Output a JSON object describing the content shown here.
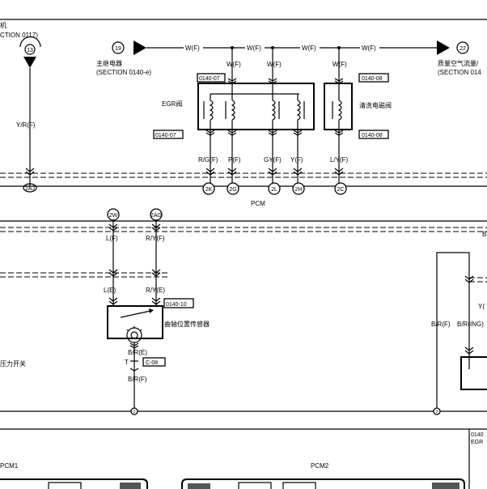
{
  "top": {
    "left_name": "机",
    "left_section": "CTION 0117)",
    "node13": "13",
    "node19": "19",
    "node22": "22",
    "main_relay": "主继电器",
    "main_relay_section": "(SECTION 0140-e)",
    "maf": "质量空气流量/",
    "maf_section": "(SECTION 014",
    "wf": "W(F)",
    "yrf": "Y/R(F)",
    "egr_valve": "EGR阀",
    "purge_valve": "清洗电磁阀",
    "ref_0140_07": "0140-07",
    "ref_0140_08": "0140-08",
    "wire_rg": "R/G(F)",
    "wire_p": "P(F)",
    "wire_gy": "GY(F)",
    "wire_y": "Y(F)",
    "wire_ly": "L/Y(F)",
    "pin_2aj": "2AJ",
    "pin_2k": "2K",
    "pin_2g": "2G",
    "pin_2l": "2L",
    "pin_2h": "2H",
    "pin_2c": "2C",
    "pcm": "PCM"
  },
  "mid": {
    "pin_2w": "2W",
    "pin_2ag": "2AG",
    "wire_lf": "L(F)",
    "wire_ryf": "R/Y(F)",
    "wire_le": "L(E)",
    "wire_rye": "R/Y(E)",
    "ref_0140_10": "0140-10",
    "sensor": "曲轴位置传感器",
    "wire_bre": "B/R(E)",
    "t_mark": "T",
    "ref_c08": "C-08",
    "wire_brf": "B/R(F)",
    "switch": "压力开关",
    "right_b": "B",
    "right_brf": "B/R(F)",
    "right_bring": "B/R(ING)",
    "right_y": "Y(",
    "node_g": "2"
  },
  "bottom": {
    "pcm1": "PCM1",
    "pcm2": "PCM2",
    "ref_0140": "0140",
    "egr": "EGR"
  }
}
